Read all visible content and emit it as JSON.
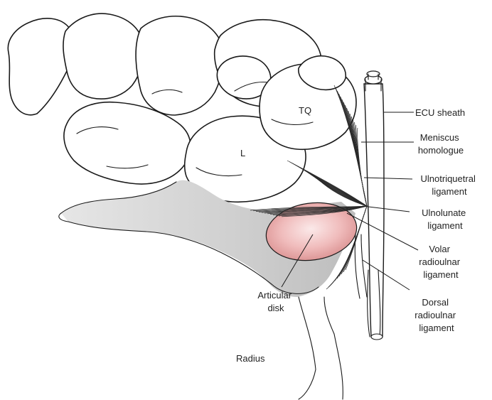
{
  "diagram": {
    "bone_labels": {
      "triquetrum": "TQ",
      "lunate": "L",
      "radius": "Radius"
    },
    "labels": {
      "ecu_sheath": "ECU sheath",
      "meniscus": [
        "Meniscus",
        "homologue"
      ],
      "ulnotriquetral": [
        "Ulnotriquetral",
        "ligament"
      ],
      "ulnolunate": [
        "Ulnolunate",
        "ligament"
      ],
      "volar_radioulnar": [
        "Volar",
        "radioulnar",
        "ligament"
      ],
      "dorsal_radioulnar": [
        "Dorsal",
        "radioulnar",
        "ligament"
      ],
      "articular_disk": [
        "Articular",
        "disk"
      ]
    },
    "colors": {
      "disk": "#e9a3a3",
      "shading": "#c9c9c9",
      "line": "#1a1a1a"
    }
  }
}
